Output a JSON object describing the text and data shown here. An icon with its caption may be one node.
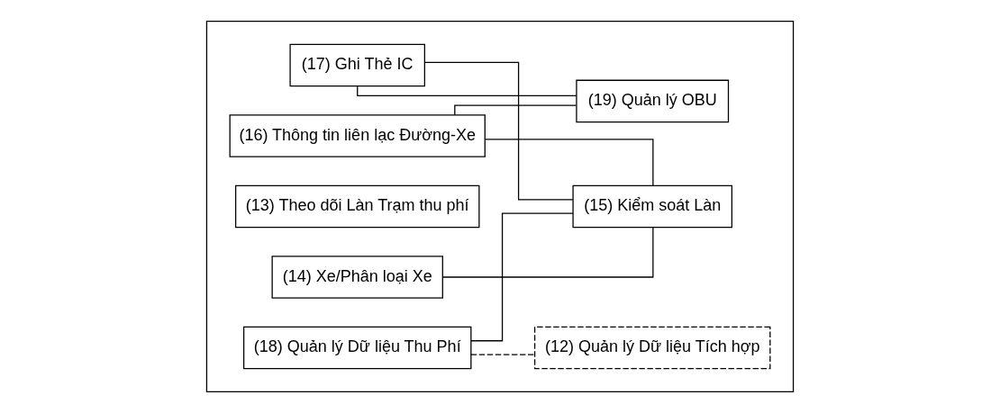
{
  "diagram": {
    "nodes": [
      {
        "text": [],
        "shape": "note"
      },
      {
        "text": [
          "(17) Ghi Thẻ IC"
        ],
        "in": 0
      },
      {
        "text": [
          "(16) Thông tin liên lạc Đường-Xe"
        ],
        "in": 0
      },
      {
        "text": [
          "(19) Quản lý OBU"
        ],
        "in": 0
      },
      {
        "text": [
          "(13) Theo dõi Làn Trạm thu phí"
        ],
        "in": 0
      },
      {
        "text": [
          "(14) Xe/Phân loại Xe"
        ],
        "in": 0
      },
      {
        "text": [
          "(18) Quản lý Dữ liệu Thu Phí"
        ],
        "in": 0
      },
      {
        "text": [
          "(15) Kiểm soát Làn"
        ],
        "in": 0
      },
      {
        "text": [
          "(12) Quản lý Dữ liệu Tích hợp"
        ],
        "in": 0
      }
    ],
    "edges": [
      {
        "from": 1,
        "to": 7,
        "arrow": "none"
      },
      {
        "from": 2,
        "to": 7,
        "arrow": "none"
      },
      {
        "from": 2,
        "to": 3,
        "arrow": "none"
      },
      {
        "from": 1,
        "to": 3,
        "arrow": "none"
      },
      {
        "from": 5,
        "to": 7,
        "arrow": "none"
      },
      {
        "from": 6,
        "to": 7,
        "arrow": "none"
      },
      {
        "from": 6,
        "to": 8,
        "arrow": "none",
        "style": "dashed"
      }
    ]
  }
}
